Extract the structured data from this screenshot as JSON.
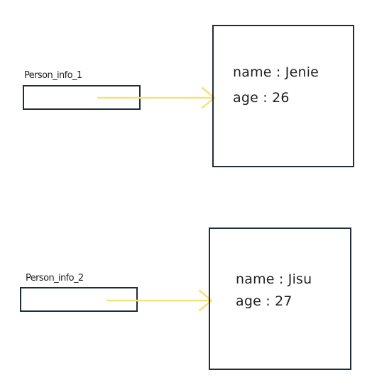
{
  "diagram": {
    "colors": {
      "stroke": "#1f2d3a",
      "arrow": "#f2e47a",
      "text": "#222222",
      "background": "#ffffff"
    },
    "variables": [
      {
        "label": "Person_info_1",
        "fields": [
          {
            "text": "name : Jenie"
          },
          {
            "text": "age : 26"
          }
        ]
      },
      {
        "label": "Person_info_2",
        "fields": [
          {
            "text": "name : Jisu"
          },
          {
            "text": "age : 27"
          }
        ]
      }
    ]
  }
}
